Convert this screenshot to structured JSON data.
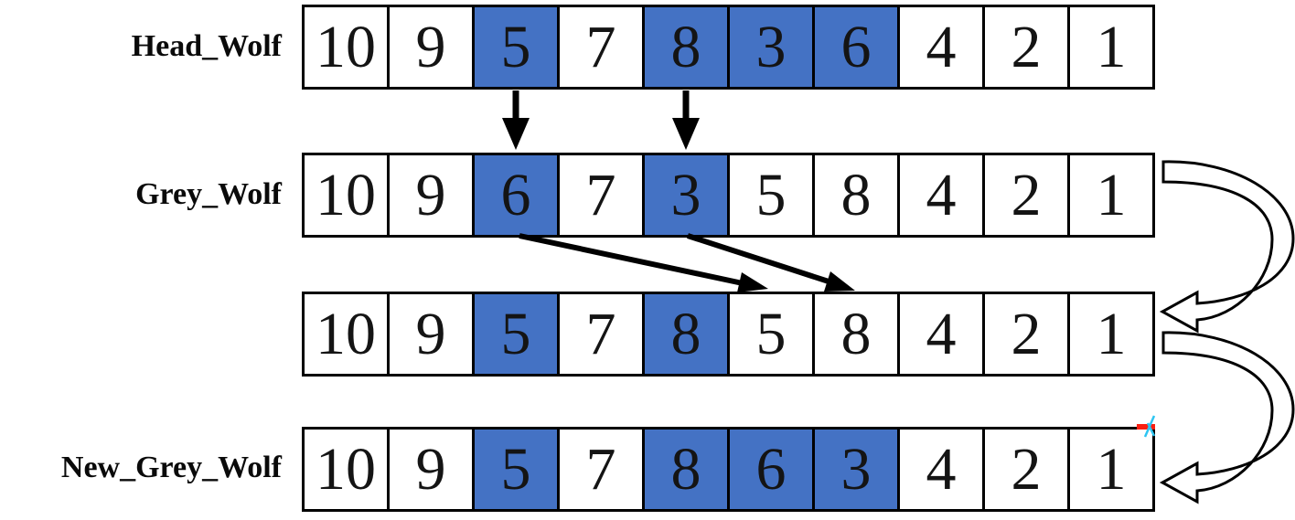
{
  "colors": {
    "highlight_blue": "#4472C4",
    "line_black": "#000000",
    "background": "#ffffff",
    "artifact_red": "#fb1f12",
    "artifact_cyan": "#2ec5f2"
  },
  "grid": {
    "rows": [
      {
        "label": "Head_Wolf",
        "cells": [
          {
            "value": "10",
            "highlight": false
          },
          {
            "value": "9",
            "highlight": false
          },
          {
            "value": "5",
            "highlight": true
          },
          {
            "value": "7",
            "highlight": false
          },
          {
            "value": "8",
            "highlight": true
          },
          {
            "value": "3",
            "highlight": true
          },
          {
            "value": "6",
            "highlight": true
          },
          {
            "value": "4",
            "highlight": false
          },
          {
            "value": "2",
            "highlight": false
          },
          {
            "value": "1",
            "highlight": false
          }
        ]
      },
      {
        "label": "Grey_Wolf",
        "cells": [
          {
            "value": "10",
            "highlight": false
          },
          {
            "value": "9",
            "highlight": false
          },
          {
            "value": "6",
            "highlight": true
          },
          {
            "value": "7",
            "highlight": false
          },
          {
            "value": "3",
            "highlight": true
          },
          {
            "value": "5",
            "highlight": false
          },
          {
            "value": "8",
            "highlight": false
          },
          {
            "value": "4",
            "highlight": false
          },
          {
            "value": "2",
            "highlight": false
          },
          {
            "value": "1",
            "highlight": false
          }
        ]
      },
      {
        "label": "",
        "cells": [
          {
            "value": "10",
            "highlight": false
          },
          {
            "value": "9",
            "highlight": false
          },
          {
            "value": "5",
            "highlight": true
          },
          {
            "value": "7",
            "highlight": false
          },
          {
            "value": "8",
            "highlight": true
          },
          {
            "value": "5",
            "highlight": false
          },
          {
            "value": "8",
            "highlight": false
          },
          {
            "value": "4",
            "highlight": false
          },
          {
            "value": "2",
            "highlight": false
          },
          {
            "value": "1",
            "highlight": false
          }
        ]
      },
      {
        "label": "New_Grey_Wolf",
        "cells": [
          {
            "value": "10",
            "highlight": false
          },
          {
            "value": "9",
            "highlight": false
          },
          {
            "value": "5",
            "highlight": true
          },
          {
            "value": "7",
            "highlight": false
          },
          {
            "value": "8",
            "highlight": true
          },
          {
            "value": "6",
            "highlight": true
          },
          {
            "value": "3",
            "highlight": true
          },
          {
            "value": "4",
            "highlight": false
          },
          {
            "value": "2",
            "highlight": false
          },
          {
            "value": "1",
            "highlight": false
          }
        ]
      }
    ]
  },
  "arrows": [
    {
      "name": "down-arrow-1",
      "style": "solid-vertical",
      "from": "Head_Wolf position 3 (value 5)",
      "to": "Grey_Wolf position 3 (value 6)"
    },
    {
      "name": "down-arrow-2",
      "style": "solid-vertical",
      "from": "Head_Wolf position 5 (value 8)",
      "to": "Grey_Wolf position 5 (value 3)"
    },
    {
      "name": "diagonal-arrow-1",
      "style": "solid-diagonal",
      "from": "Grey_Wolf position 3 (value 6)",
      "to": "intermediate row position 6"
    },
    {
      "name": "diagonal-arrow-2",
      "style": "solid-diagonal",
      "from": "Grey_Wolf position 5 (value 3)",
      "to": "intermediate row position 7"
    },
    {
      "name": "cycle-arrow-1",
      "style": "hollow-curved",
      "from": "Grey_Wolf row right end",
      "to": "intermediate row right end"
    },
    {
      "name": "cycle-arrow-2",
      "style": "hollow-curved",
      "from": "intermediate row right end",
      "to": "New_Grey_Wolf row right end"
    }
  ]
}
